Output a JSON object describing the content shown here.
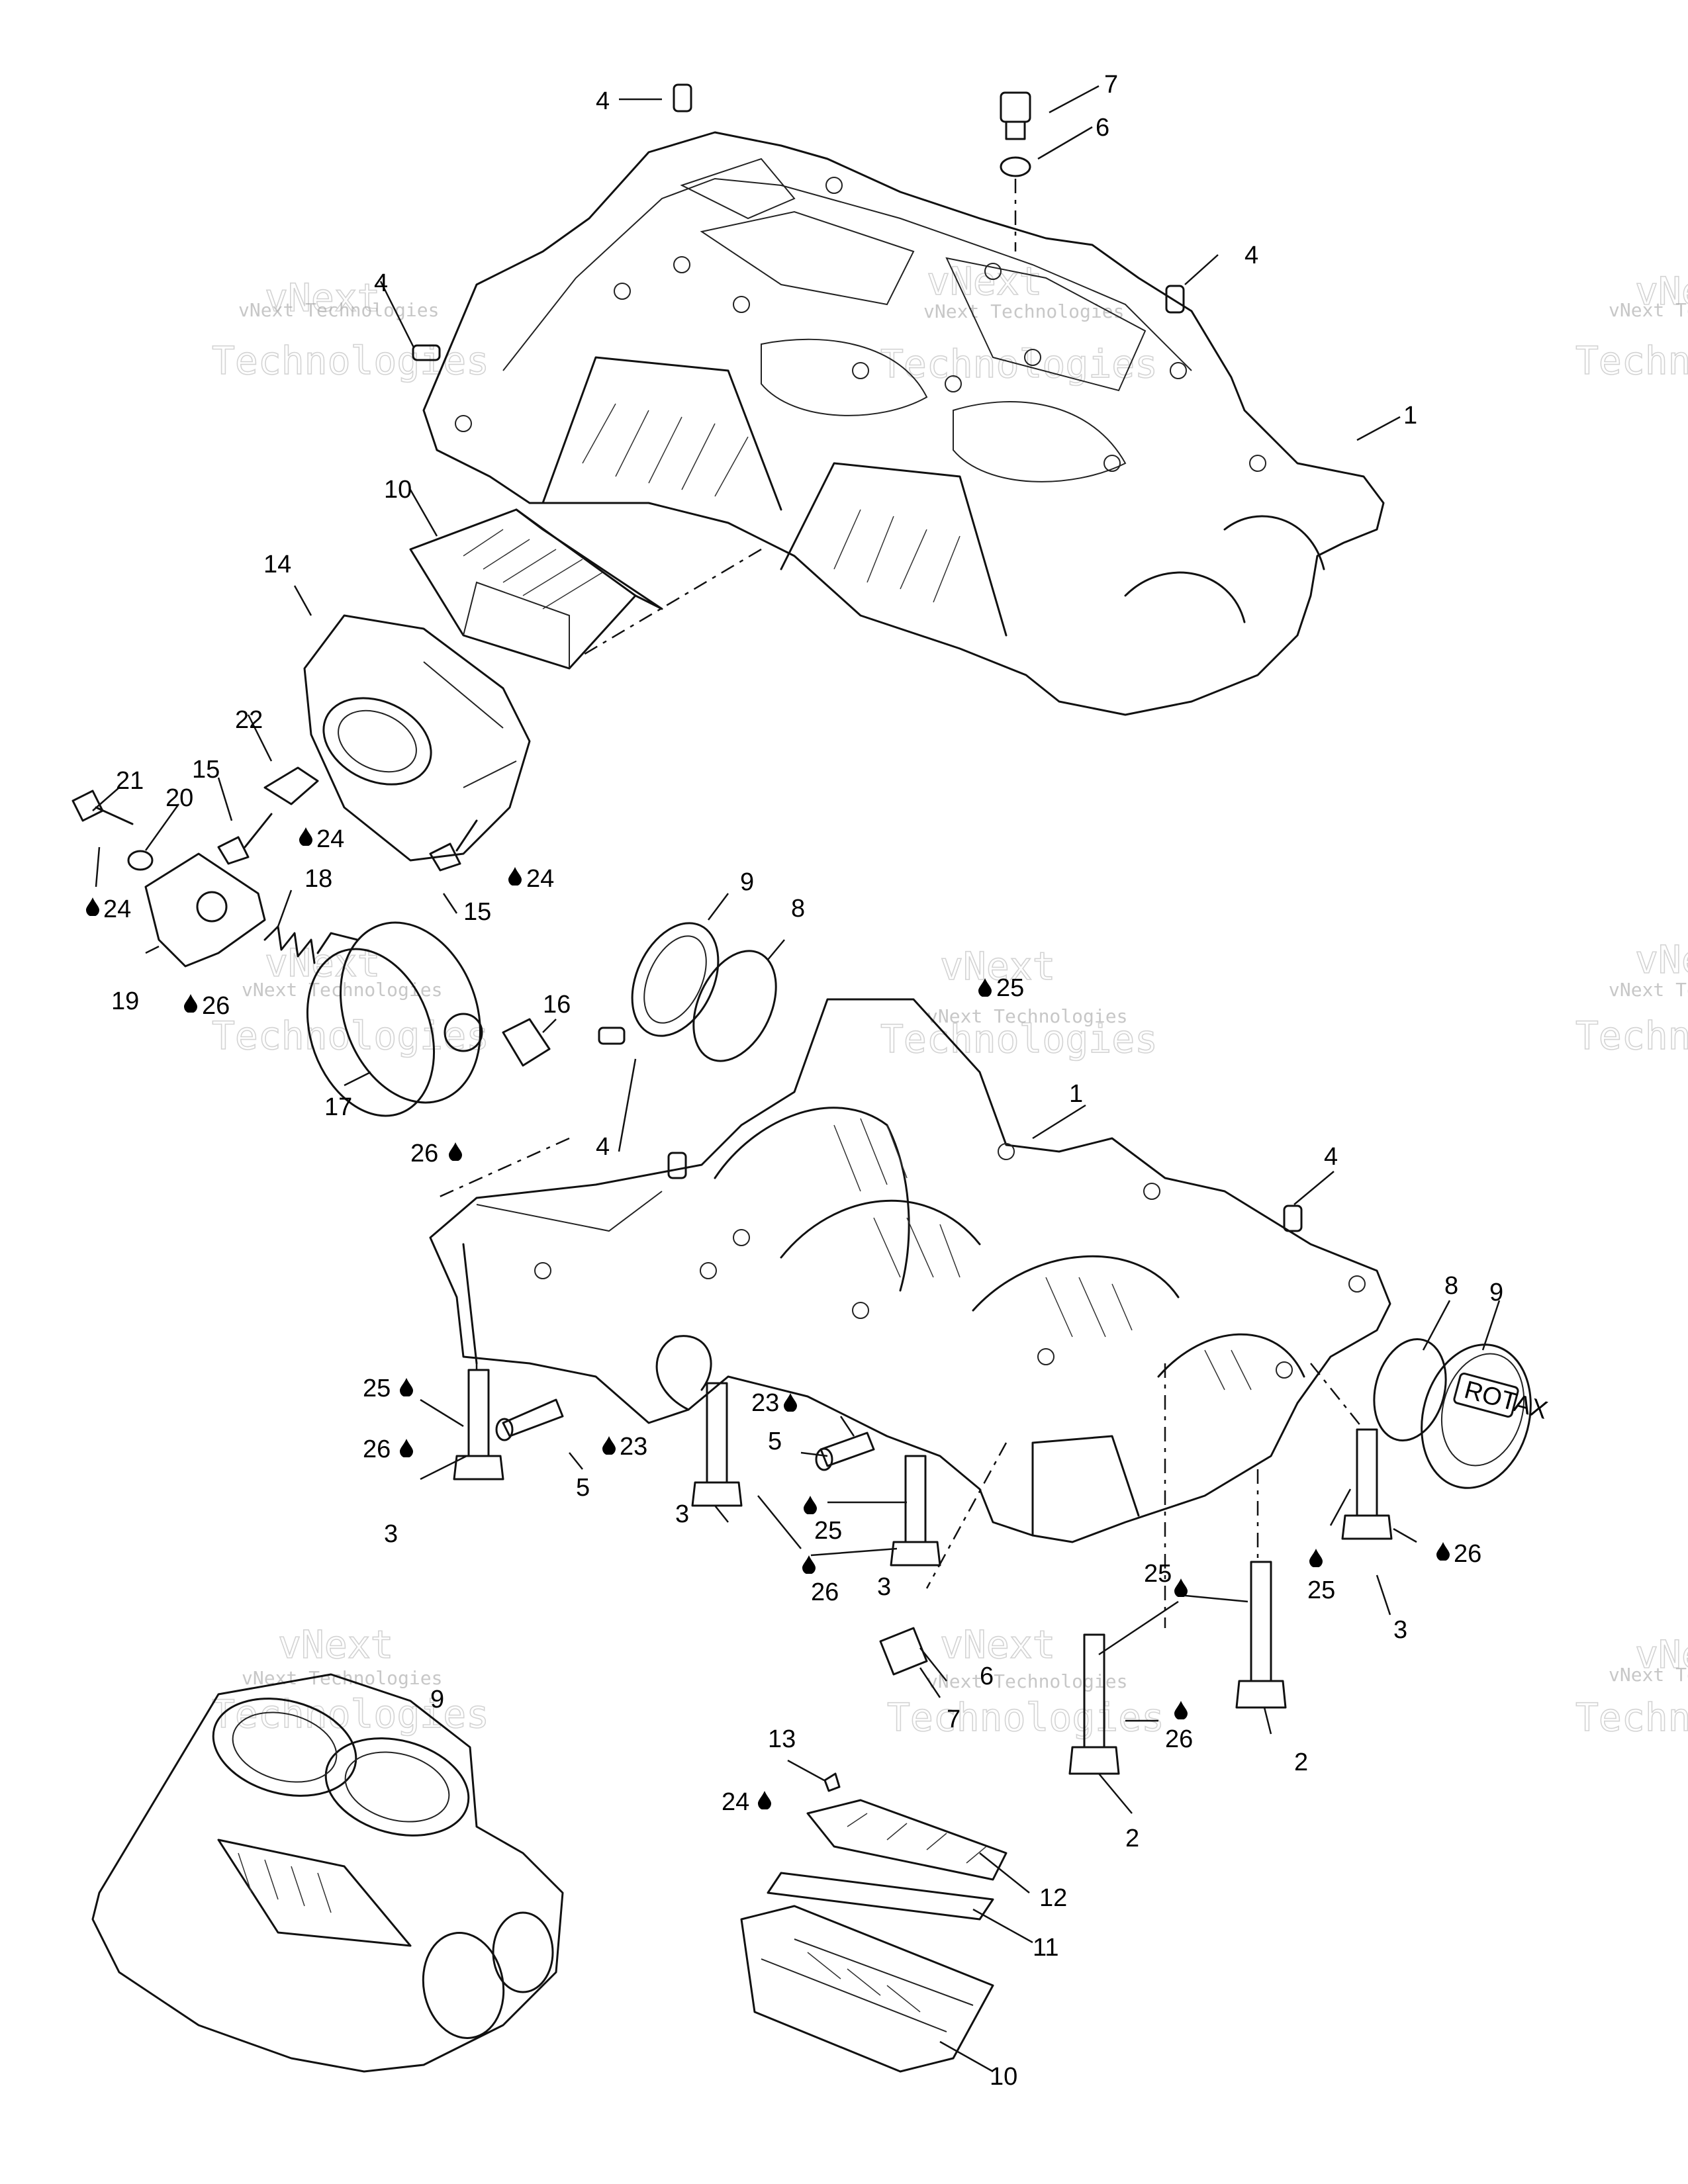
{
  "watermark": {
    "line1": "vNext Technologies",
    "big1": "vNext",
    "big2": "Technologies"
  },
  "callouts": [
    {
      "id": "c4a",
      "text": "4"
    },
    {
      "id": "c7a",
      "text": "7"
    },
    {
      "id": "c6a",
      "text": "6"
    },
    {
      "id": "c4b",
      "text": "4"
    },
    {
      "id": "c4c",
      "text": "4"
    },
    {
      "id": "c1a",
      "text": "1"
    },
    {
      "id": "c10a",
      "text": "10"
    },
    {
      "id": "c14",
      "text": "14"
    },
    {
      "id": "c22",
      "text": "22"
    },
    {
      "id": "c21",
      "text": "21"
    },
    {
      "id": "c20",
      "text": "20"
    },
    {
      "id": "c15a",
      "text": "15"
    },
    {
      "id": "c24a",
      "text": "24"
    },
    {
      "id": "c24b",
      "text": "24"
    },
    {
      "id": "c24c",
      "text": "24"
    },
    {
      "id": "c15b",
      "text": "15"
    },
    {
      "id": "c18",
      "text": "18"
    },
    {
      "id": "c19",
      "text": "19"
    },
    {
      "id": "c26a",
      "text": "26"
    },
    {
      "id": "c9a",
      "text": "9"
    },
    {
      "id": "c8a",
      "text": "8"
    },
    {
      "id": "c25a",
      "text": "25"
    },
    {
      "id": "c16",
      "text": "16"
    },
    {
      "id": "c17",
      "text": "17"
    },
    {
      "id": "c26b",
      "text": "26"
    },
    {
      "id": "c4d",
      "text": "4"
    },
    {
      "id": "c1b",
      "text": "1"
    },
    {
      "id": "c4e",
      "text": "4"
    },
    {
      "id": "c8b",
      "text": "8"
    },
    {
      "id": "c9b",
      "text": "9"
    },
    {
      "id": "c25b",
      "text": "25"
    },
    {
      "id": "c26c",
      "text": "26"
    },
    {
      "id": "c3a",
      "text": "3"
    },
    {
      "id": "c23a",
      "text": "23"
    },
    {
      "id": "c5a",
      "text": "5"
    },
    {
      "id": "c23b",
      "text": "23"
    },
    {
      "id": "c5b",
      "text": "5"
    },
    {
      "id": "c3b",
      "text": "3"
    },
    {
      "id": "c25c",
      "text": "25"
    },
    {
      "id": "c26d",
      "text": "26"
    },
    {
      "id": "c3c",
      "text": "3"
    },
    {
      "id": "c25d",
      "text": "25"
    },
    {
      "id": "c26e",
      "text": "26"
    },
    {
      "id": "c3d",
      "text": "3"
    },
    {
      "id": "c25e",
      "text": "25"
    },
    {
      "id": "c6b",
      "text": "6"
    },
    {
      "id": "c7b",
      "text": "7"
    },
    {
      "id": "c26f",
      "text": "26"
    },
    {
      "id": "c2a",
      "text": "2"
    },
    {
      "id": "c2b",
      "text": "2"
    },
    {
      "id": "c13",
      "text": "13"
    },
    {
      "id": "c24d",
      "text": "24"
    },
    {
      "id": "c12",
      "text": "12"
    },
    {
      "id": "c11",
      "text": "11"
    },
    {
      "id": "c10b",
      "text": "10"
    },
    {
      "id": "c9c",
      "text": "9"
    }
  ],
  "badge": {
    "text": "ROTAX"
  }
}
